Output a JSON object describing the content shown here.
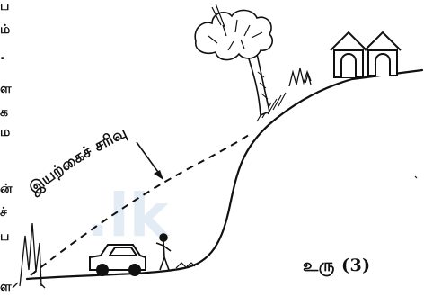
{
  "edge_text": {
    "column_top": [
      "ப",
      "ம்",
      ".",
      "ள",
      "க",
      "ம"
    ],
    "column_bottom": [
      "ன்",
      "ச்",
      "ப",
      "ள"
    ]
  },
  "labels": {
    "slope": "இயற்கைச் சரிவு",
    "figure": "உரு (3)"
  },
  "watermark_text": ".lk",
  "colors": {
    "ink": "#111111",
    "watermark": "#e3ecf5"
  }
}
